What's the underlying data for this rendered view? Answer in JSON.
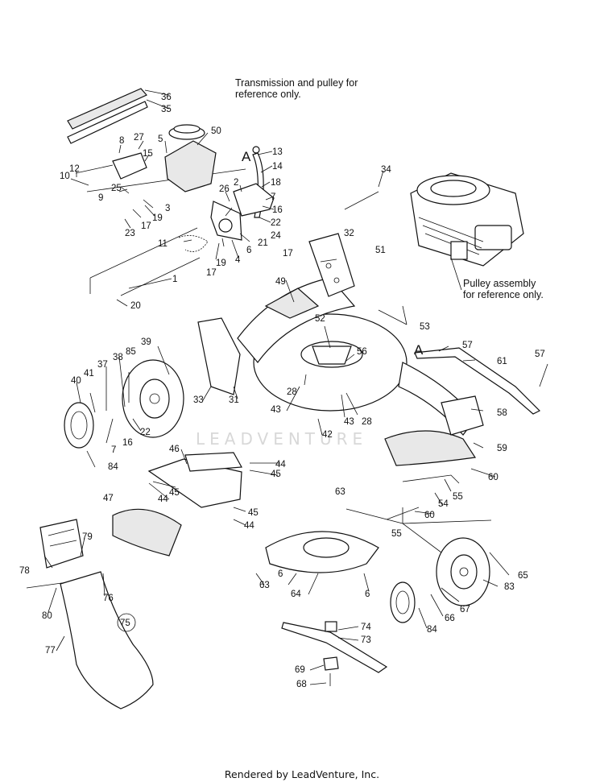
{
  "notes": {
    "transmission_line1": "Transmission and pulley for",
    "transmission_line2": "reference only.",
    "pulley_line1": "Pulley assembly",
    "pulley_line2": "for reference only."
  },
  "callouts": [
    "A",
    "A"
  ],
  "watermark": "LEADVENTURE",
  "footer": "Rendered by LeadVenture, Inc.",
  "part_numbers": [
    "1",
    "2",
    "3",
    "4",
    "5",
    "6",
    "7",
    "8",
    "9",
    "10",
    "11",
    "12",
    "13",
    "14",
    "15",
    "16",
    "17",
    "18",
    "19",
    "20",
    "21",
    "22",
    "23",
    "24",
    "25",
    "26",
    "27",
    "28",
    "31",
    "32",
    "33",
    "34",
    "35",
    "36",
    "37",
    "38",
    "39",
    "40",
    "41",
    "42",
    "43",
    "44",
    "45",
    "46",
    "47",
    "49",
    "50",
    "51",
    "52",
    "53",
    "54",
    "55",
    "56",
    "57",
    "58",
    "59",
    "60",
    "61",
    "63",
    "64",
    "65",
    "66",
    "67",
    "68",
    "69",
    "73",
    "74",
    "75",
    "76",
    "77",
    "78",
    "79",
    "80",
    "83",
    "84",
    "85"
  ]
}
